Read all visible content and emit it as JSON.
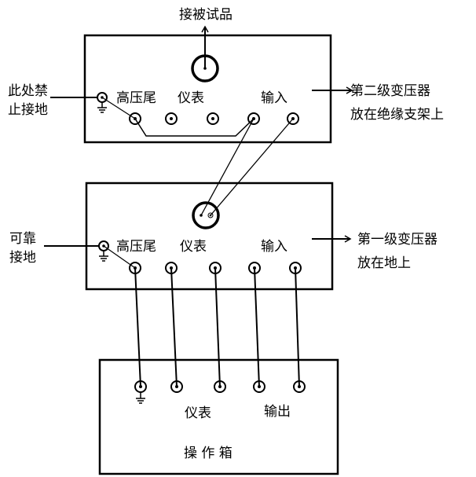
{
  "diagram": {
    "top_output_label": "接被试品",
    "stage2": {
      "name": "第二级变压器",
      "note": "放在绝缘支架上",
      "ground_note_line1": "此处禁",
      "ground_note_line2": "止接地",
      "labels": [
        "高压尾",
        "仪表",
        "输入"
      ]
    },
    "stage1": {
      "name": "第一级变压器",
      "note": "放在地上",
      "ground_note_line1": "可靠",
      "ground_note_line2": "接地",
      "labels": [
        "高压尾",
        "仪表",
        "输入"
      ]
    },
    "console": {
      "name": "操 作 箱",
      "labels": [
        "仪表",
        "输出"
      ]
    }
  }
}
